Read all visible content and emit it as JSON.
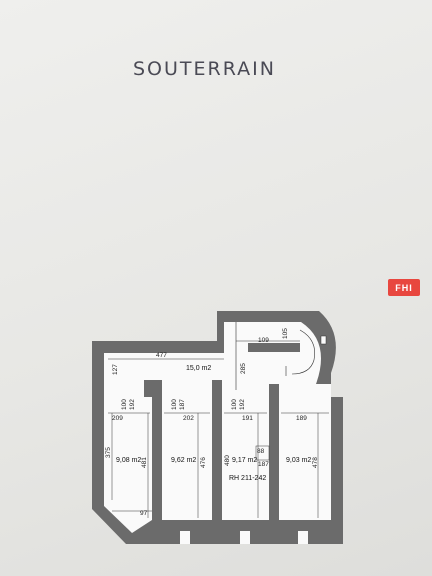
{
  "page": {
    "title": "SOUTERRAIN",
    "badge": "FHI"
  },
  "plan": {
    "areas": {
      "corridor": "15,0 m2",
      "room1": "9,08 m2",
      "room2": "9,62 m2",
      "room3": "9,17 m2",
      "room4": "9,03 m2"
    },
    "reference": "RH 211-242",
    "dims": {
      "corridor_length": "477",
      "corridor_h": "127",
      "top_109": "109",
      "top_105": "105",
      "stair_285": "285",
      "d100a": "100",
      "d192a": "192",
      "d100b": "100",
      "d187": "187",
      "d100c": "100",
      "d192b": "192",
      "r1_w": "209",
      "r2_w": "202",
      "r3_w": "191",
      "r4_w": "189",
      "r1_375": "375",
      "r1_481": "481",
      "r2_476": "476",
      "r3_480": "480",
      "r3_88": "88",
      "r3_187": "187",
      "r4_478": "478",
      "r1_97": "97"
    }
  }
}
